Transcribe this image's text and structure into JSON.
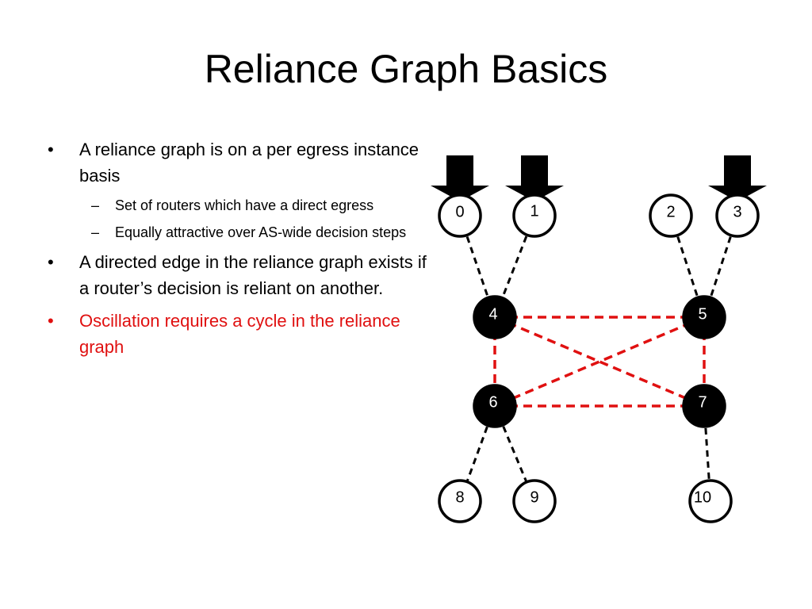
{
  "slide": {
    "title": "Reliance Graph Basics",
    "bullets": [
      {
        "text": "A reliance graph is on a per  egress instance basis",
        "sub": [
          "Set of routers which have a direct egress",
          "Equally attractive over AS-wide decision steps"
        ]
      },
      {
        "text": "A directed edge in the reliance graph exists if a router’s decision is reliant on another."
      },
      {
        "text": "Oscillation requires a cycle in the reliance graph"
      }
    ],
    "bullet_glyph": "•",
    "sub_glyph": "–",
    "highlight_color": "#e01010"
  },
  "graph": {
    "nodes": [
      {
        "id": "0",
        "label": "0",
        "filled": false
      },
      {
        "id": "1",
        "label": "1",
        "filled": false
      },
      {
        "id": "2",
        "label": "2",
        "filled": false
      },
      {
        "id": "3",
        "label": "3",
        "filled": false
      },
      {
        "id": "4",
        "label": "4",
        "filled": true
      },
      {
        "id": "5",
        "label": "5",
        "filled": true
      },
      {
        "id": "6",
        "label": "6",
        "filled": true
      },
      {
        "id": "7",
        "label": "7",
        "filled": true
      },
      {
        "id": "8",
        "label": "8",
        "filled": false
      },
      {
        "id": "9",
        "label": "9",
        "filled": false
      },
      {
        "id": "10",
        "label": "10",
        "filled": false
      }
    ],
    "edges": [
      {
        "from": "0",
        "to": "4",
        "kind": "session"
      },
      {
        "from": "1",
        "to": "4",
        "kind": "session"
      },
      {
        "from": "2",
        "to": "5",
        "kind": "session"
      },
      {
        "from": "3",
        "to": "5",
        "kind": "session"
      },
      {
        "from": "6",
        "to": "8",
        "kind": "session"
      },
      {
        "from": "6",
        "to": "9",
        "kind": "session"
      },
      {
        "from": "7",
        "to": "10",
        "kind": "session"
      },
      {
        "from": "4",
        "to": "5",
        "kind": "reliance"
      },
      {
        "from": "4",
        "to": "6",
        "kind": "reliance"
      },
      {
        "from": "4",
        "to": "7",
        "kind": "reliance"
      },
      {
        "from": "5",
        "to": "6",
        "kind": "reliance"
      },
      {
        "from": "5",
        "to": "7",
        "kind": "reliance"
      },
      {
        "from": "6",
        "to": "7",
        "kind": "reliance"
      }
    ],
    "egress_nodes": [
      "0",
      "1",
      "3"
    ],
    "colors": {
      "session_edge": "#000000",
      "reliance_edge": "#e01010",
      "filled_node": "#000000",
      "open_node": "#ffffff"
    }
  }
}
